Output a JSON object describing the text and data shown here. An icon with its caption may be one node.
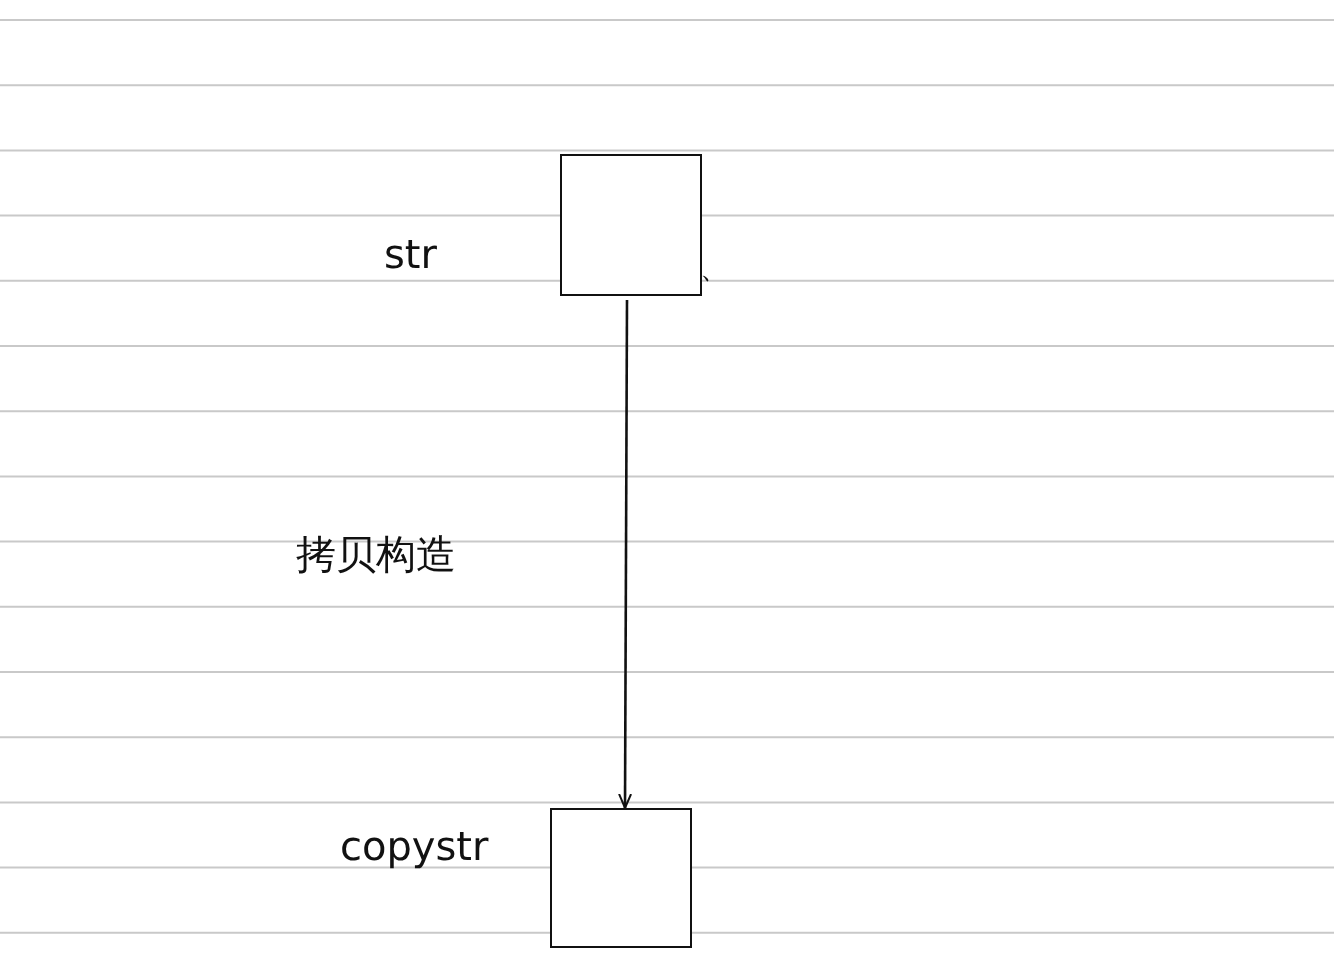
{
  "diagram": {
    "nodes": [
      {
        "text": [],
        "shape": "box",
        "beside": [
          "str"
        ]
      },
      {
        "text": [],
        "shape": "box",
        "beside": [
          "copystr"
        ]
      }
    ],
    "edges": [
      {
        "from": 0,
        "to": 1,
        "arrow": "to",
        "label": "拷贝构造"
      }
    ],
    "labels": [
      "、"
    ]
  }
}
